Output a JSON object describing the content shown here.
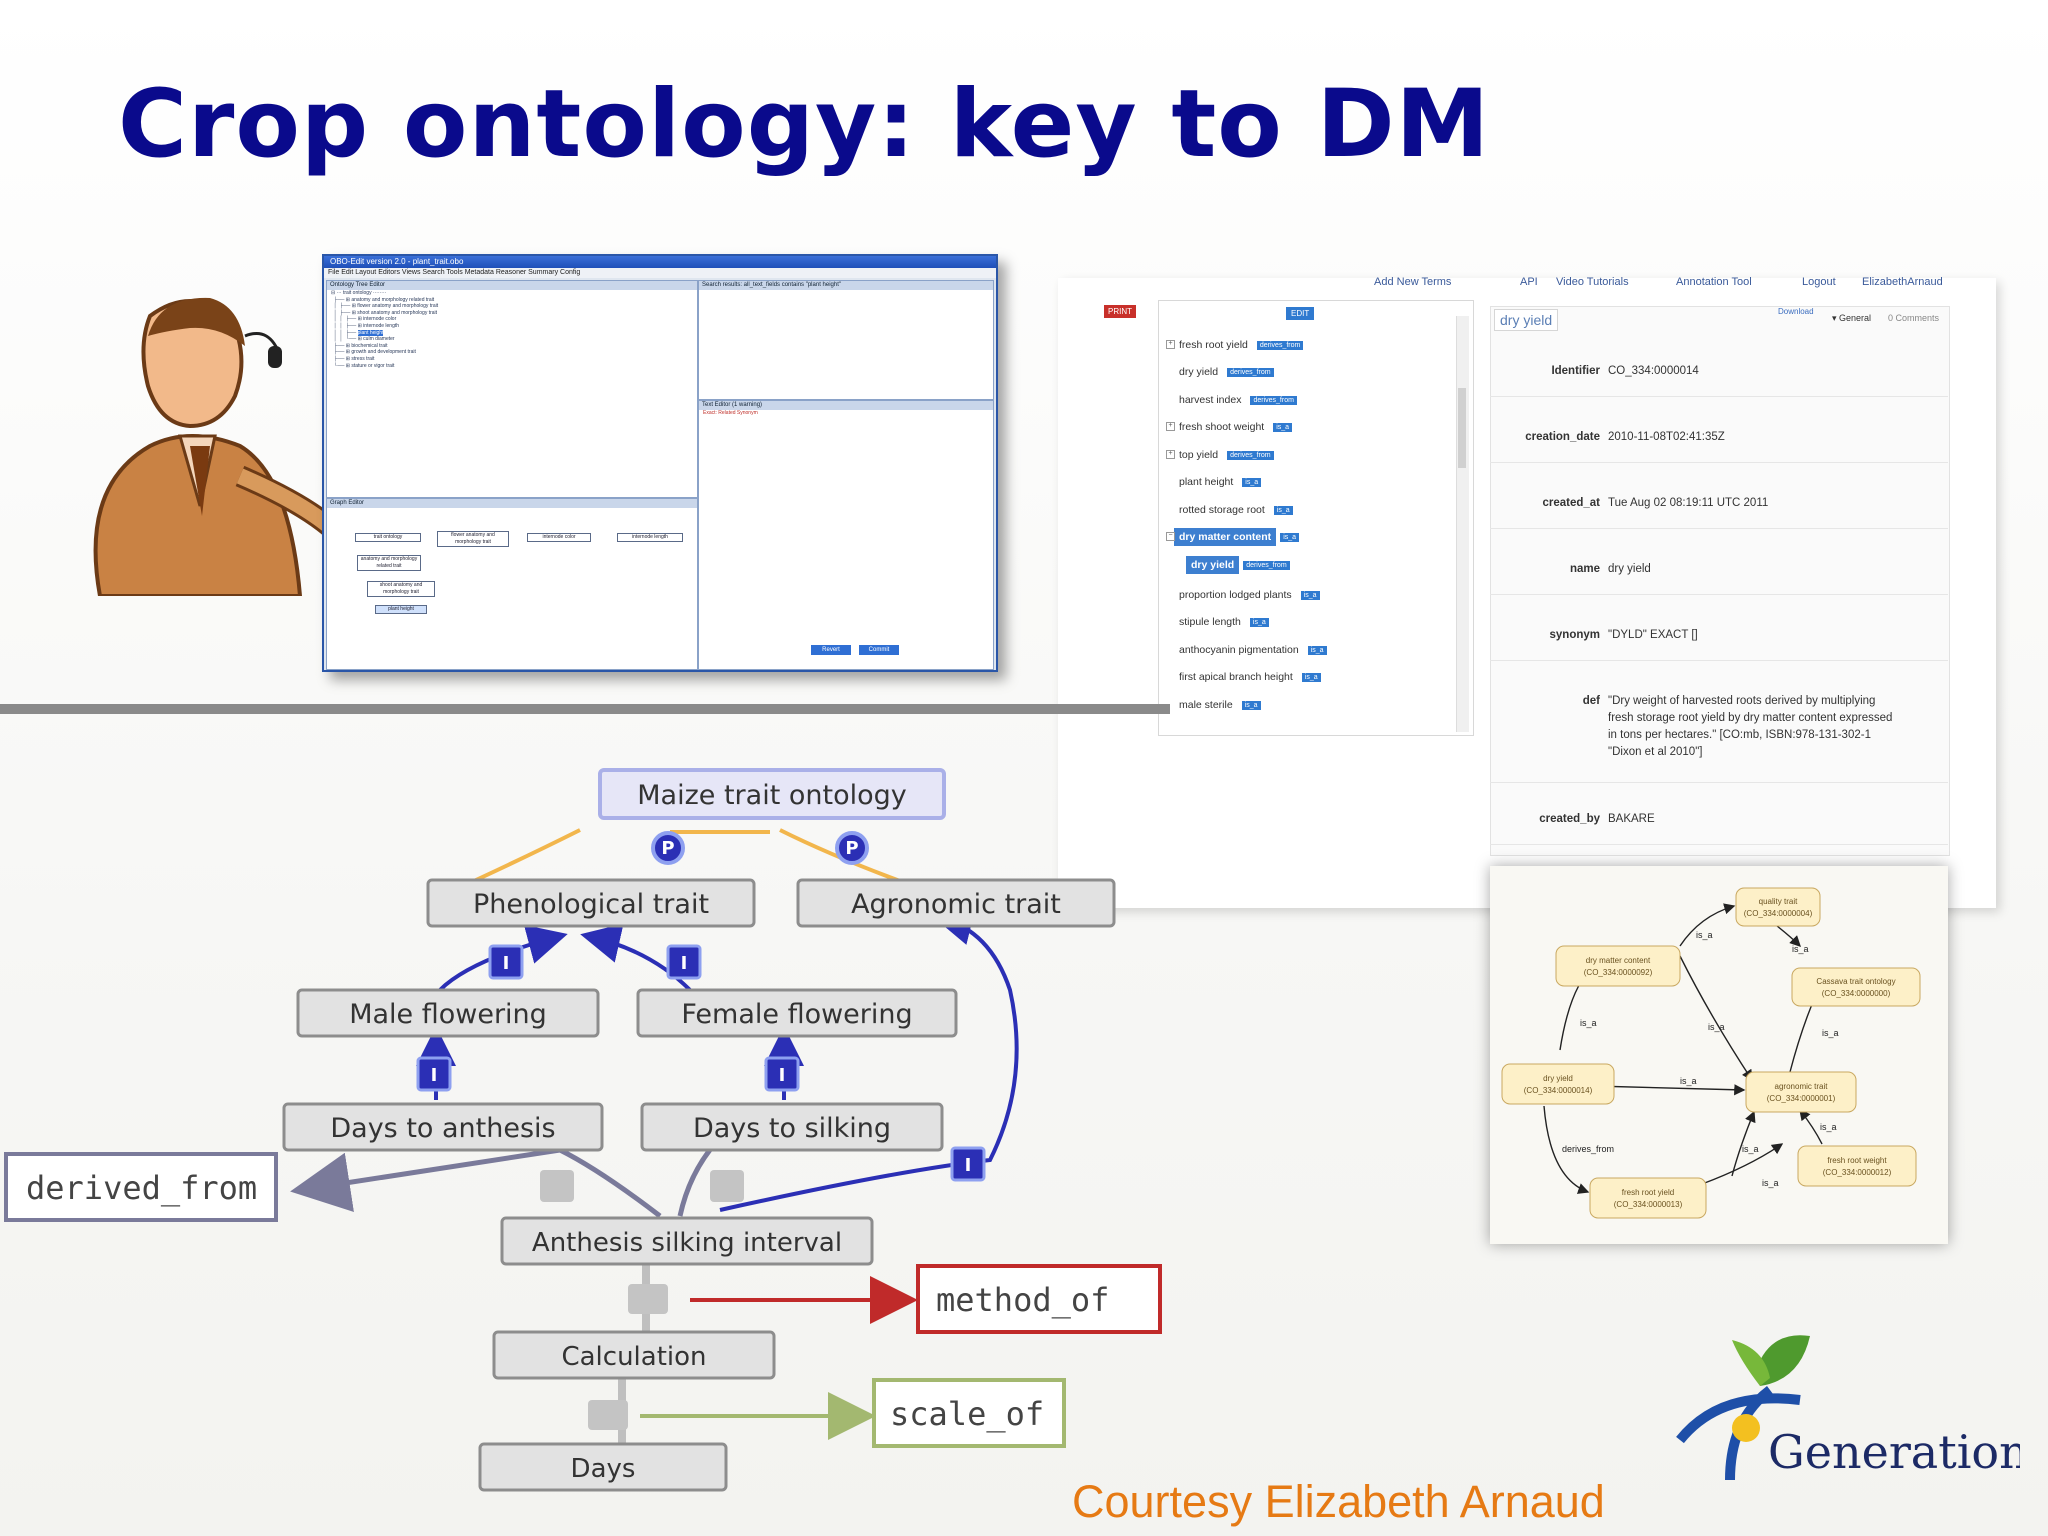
{
  "slide": {
    "title": "Crop ontology: key to DM",
    "courtesy": "Courtesy Elizabeth Arnaud",
    "logo_text": "Generation"
  },
  "editor": {
    "title": "OBO-Edit version 2.0 - plant_trait.obo",
    "menu": "File  Edit  Layout  Editors  Views  Search  Tools  Metadata  Reasoner  Summary  Config",
    "tree_header": "Ontology Tree Editor",
    "search_header": "Search results: all_text_fields contains \"plant height\"",
    "text_editor_header": "Text Editor (1 warning)",
    "graph_header": "Graph Editor",
    "graph_nodes": [
      "trait ontology",
      "flower anatomy and morphology trait",
      "anatomy and morphology related trait",
      "shoot anatomy and morphology trait",
      "plant height",
      "internode color",
      "internode length"
    ],
    "buttons": [
      "Revert",
      "Commit"
    ],
    "warning": "Exact: Related Synonym"
  },
  "webapp": {
    "nav": [
      "Add New Terms",
      "API",
      "Video Tutorials",
      "Annotation Tool",
      "Logout",
      "ElizabethArnaud"
    ],
    "print_label": "PRINT",
    "edit_label": "EDIT",
    "tree": [
      {
        "term": "fresh root yield",
        "rel": "derives_from"
      },
      {
        "term": "dry yield",
        "rel": "derives_from"
      },
      {
        "term": "harvest index",
        "rel": "derives_from"
      },
      {
        "term": "fresh shoot weight",
        "rel": "is_a"
      },
      {
        "term": "top yield",
        "rel": "derives_from"
      },
      {
        "term": "plant height",
        "rel": "is_a"
      },
      {
        "term": "rotted storage root",
        "rel": "is_a"
      },
      {
        "term": "dry matter content",
        "rel": "is_a"
      },
      {
        "term": "dry yield",
        "rel": "derives_from"
      },
      {
        "term": "proportion lodged plants",
        "rel": "is_a"
      },
      {
        "term": "stipule length",
        "rel": "is_a"
      },
      {
        "term": "anthocyanin pigmentation",
        "rel": "is_a"
      },
      {
        "term": "first apical branch height",
        "rel": "is_a"
      },
      {
        "term": "male sterile",
        "rel": "is_a"
      }
    ],
    "detail": {
      "term": "dry yield",
      "download": "Download",
      "tab_general": "▾ General",
      "tab_comments": "0 Comments",
      "rows": [
        {
          "key": "Identifier",
          "value": "CO_334:0000014"
        },
        {
          "key": "creation_date",
          "value": "2010-11-08T02:41:35Z"
        },
        {
          "key": "created_at",
          "value": "Tue Aug 02 08:19:11 UTC 2011"
        },
        {
          "key": "name",
          "value": "dry yield"
        },
        {
          "key": "synonym",
          "value": "\"DYLD\" EXACT []"
        },
        {
          "key": "def",
          "value": "\"Dry weight of harvested roots derived by multiplying fresh storage root yield by dry matter content expressed in tons per hectares.\" [CO:mb, ISBN:978-131-302-1 \"Dixon et al 2010\"]"
        },
        {
          "key": "created_by",
          "value": "BAKARE"
        }
      ]
    },
    "graph": {
      "nodes": [
        {
          "id": "quality",
          "name": "quality trait",
          "code": "(CO_334:0000004)"
        },
        {
          "id": "dmc",
          "name": "dry matter content",
          "code": "(CO_334:0000092)"
        },
        {
          "id": "cassava",
          "name": "Cassava trait ontology",
          "code": "(CO_334:0000000)"
        },
        {
          "id": "dry",
          "name": "dry yield",
          "code": "(CO_334:0000014)"
        },
        {
          "id": "agro",
          "name": "agronomic trait",
          "code": "(CO_334:0000001)"
        },
        {
          "id": "frw",
          "name": "fresh root weight",
          "code": "(CO_334:0000012)"
        },
        {
          "id": "fry",
          "name": "fresh root yield",
          "code": "(CO_334:0000013)"
        }
      ],
      "edge_labels": [
        "is_a",
        "is_a",
        "is_a",
        "is_a",
        "is_a",
        "is_a",
        "is_a",
        "is_a",
        "is_a",
        "derives_from"
      ]
    }
  },
  "maize": {
    "root": "Maize trait ontology",
    "level1": [
      "Phenological trait",
      "Agronomic trait"
    ],
    "level2": [
      "Male flowering",
      "Female flowering"
    ],
    "level3": [
      "Days to anthesis",
      "Days to silking"
    ],
    "interval": "Anthesis silking interval",
    "method": "Calculation",
    "scale": "Days",
    "badges": {
      "p": "P",
      "i": "I"
    },
    "legend": [
      "derived_from",
      "method_of",
      "scale_of"
    ]
  }
}
